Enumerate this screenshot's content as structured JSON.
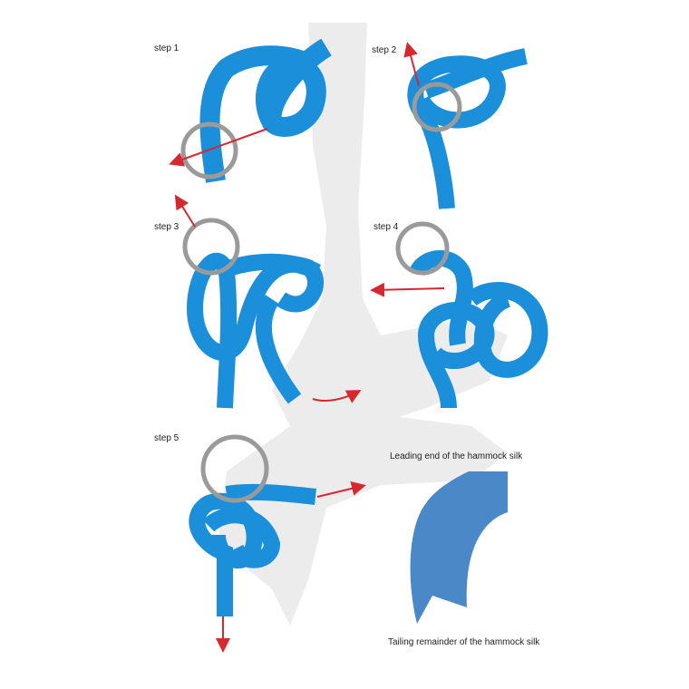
{
  "steps": [
    {
      "label": "step 1"
    },
    {
      "label": "step 2"
    },
    {
      "label": "step 3"
    },
    {
      "label": "step 4"
    },
    {
      "label": "step 5"
    }
  ],
  "legend": {
    "leading_label": "Leading end of the hammock silk",
    "tailing_label": "Tailing remainder of the hammock silk"
  },
  "colors": {
    "silk": "#1b8fd9",
    "legend_silk": "#4a88c8",
    "ring": "#9a9a9a",
    "arrow": "#d7282f",
    "silhouette": "#ececec"
  }
}
